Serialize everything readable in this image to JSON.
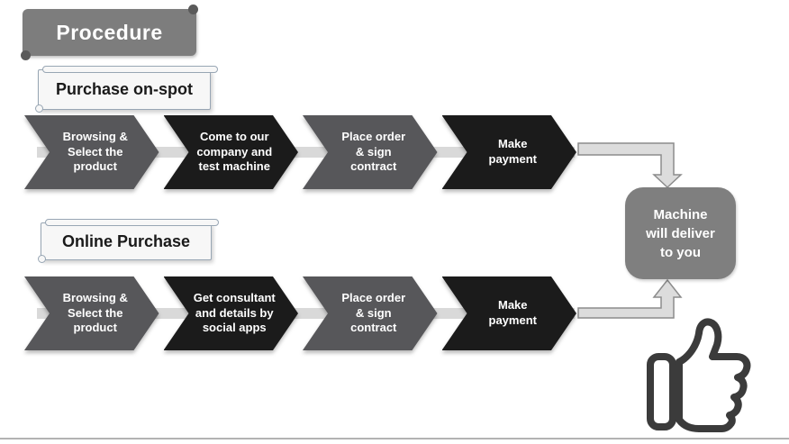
{
  "title": "Procedure",
  "flows": [
    {
      "label": "Purchase on-spot",
      "steps": [
        "Browsing &\nSelect the\nproduct",
        "Come to our\ncompany and\ntest machine",
        "Place order\n& sign\ncontract",
        "Make\npayment"
      ]
    },
    {
      "label": "Online Purchase",
      "steps": [
        "Browsing &\nSelect the\nproduct",
        "Get consultant\nand details by\nsocial apps",
        "Place order\n& sign\ncontract",
        "Make\npayment"
      ]
    }
  ],
  "result": {
    "label": "Machine\nwill deliver\nto you"
  },
  "icons": {
    "thumbs_up": "thumbs-up-icon"
  },
  "colors": {
    "step_gray": "#57575a",
    "step_black": "#1b1b1b",
    "banner_fill": "#7d7d7d",
    "banner_knob": "#5a5a5a",
    "box_fill": "#7f7f7f",
    "connector_fill": "#dcdcdc",
    "connector_stroke": "#8c8c8c",
    "scroll_fill": "#f7f7f7",
    "scroll_border": "#98a6b4",
    "band": "#d9d9d9",
    "footer_line": "#b3b3b3",
    "thumb_stroke": "#3b3b3b",
    "text_light": "#ffffff",
    "text_dark": "#1a1a1a"
  }
}
